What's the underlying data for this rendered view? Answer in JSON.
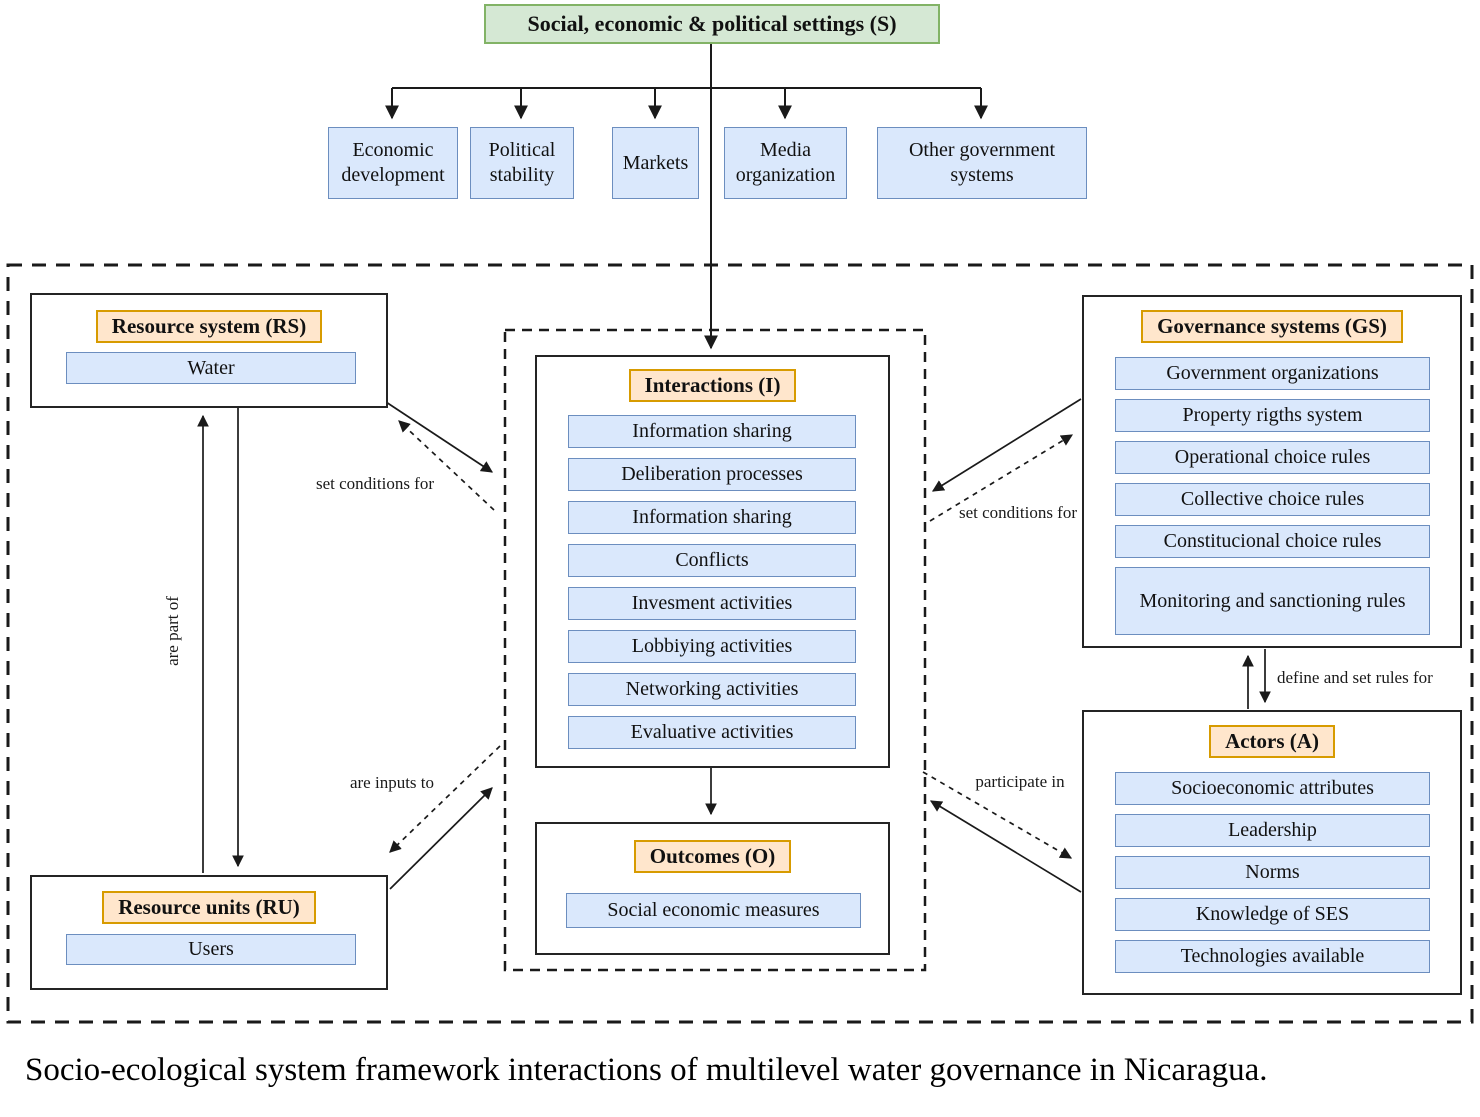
{
  "settings_box": {
    "label": "Social, economic & political settings (S)"
  },
  "external_systems": {
    "items": [
      "Economic development",
      "Political stability",
      "Markets",
      "Media organization",
      "Other government systems"
    ]
  },
  "resource_system": {
    "title": "Resource system (RS)",
    "items": [
      "Water"
    ]
  },
  "resource_units": {
    "title": "Resource units (RU)",
    "items": [
      "Users"
    ]
  },
  "interactions": {
    "title": "Interactions (I)",
    "items": [
      "Information sharing",
      "Deliberation processes",
      "Information sharing",
      "Conflicts",
      "Invesment activities",
      "Lobbiying activities",
      "Networking activities",
      "Evaluative activities"
    ]
  },
  "outcomes": {
    "title": "Outcomes (O)",
    "items": [
      "Social economic measures"
    ]
  },
  "governance_systems": {
    "title": "Governance systems (GS)",
    "items": [
      "Government organizations",
      "Property rigths system",
      "Operational choice rules",
      "Collective choice rules",
      "Constitucional choice rules",
      "Monitoring and sanctioning rules"
    ]
  },
  "actors": {
    "title": "Actors (A)",
    "items": [
      "Socioeconomic attributes",
      "Leadership",
      "Norms",
      "Knowledge of SES",
      "Technologies available"
    ]
  },
  "arrow_labels": {
    "rs_center": "set conditions for",
    "gs_center": "set conditions for",
    "ru_rs": "are part of",
    "ru_center": "are inputs to",
    "gs_actors": "define and set rules for",
    "actors_center": "participate in"
  },
  "caption": "Socio-ecological system framework interactions of multilevel water governance in Nicaragua.",
  "colors": {
    "settings_fill": "#d5e8d4",
    "settings_border": "#82b366",
    "item_fill": "#dae8fc",
    "item_border": "#6c8ebf",
    "header_fill": "#ffe6cc",
    "header_border": "#d79b00",
    "line": "#1a1a1a"
  }
}
